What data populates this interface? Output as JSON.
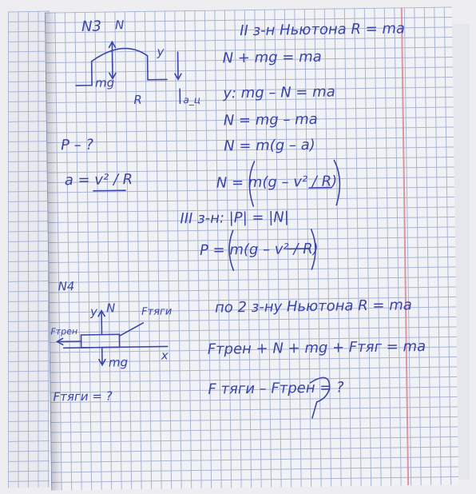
{
  "problem3": {
    "number": "N3",
    "vec_N": "N",
    "vec_mg": "mg",
    "axis_y": "y",
    "radius_R": "R",
    "accel_label": "a_ц",
    "unknown": "P – ?",
    "formula_a": "a = v² / R",
    "law_heading": "II з-н Ньютона  R = ma",
    "eq1": "N + mg = ma",
    "eq2": "y: mg – N = ma",
    "eq3": "N = mg – ma",
    "eq4": "N = m(g – a)",
    "eq5": "N = m(g – v² / R)",
    "third_law": "III з-н: |P| = |N|",
    "result": "P = m(g – v² / R)"
  },
  "problem4": {
    "number": "N4",
    "axis_y": "y",
    "vec_N": "N",
    "f_pull": "Fтяги",
    "f_fric": "Fтрен",
    "vec_mg": "mg",
    "axis_x": "x",
    "unknown": "Fтяги = ?",
    "law_heading": "по 2 з-ну Ньютона  R = ma",
    "eq1": "Fтрен + N + mg + Fтяг = ma",
    "eq2": "F тяги – Fтрен = ?"
  }
}
